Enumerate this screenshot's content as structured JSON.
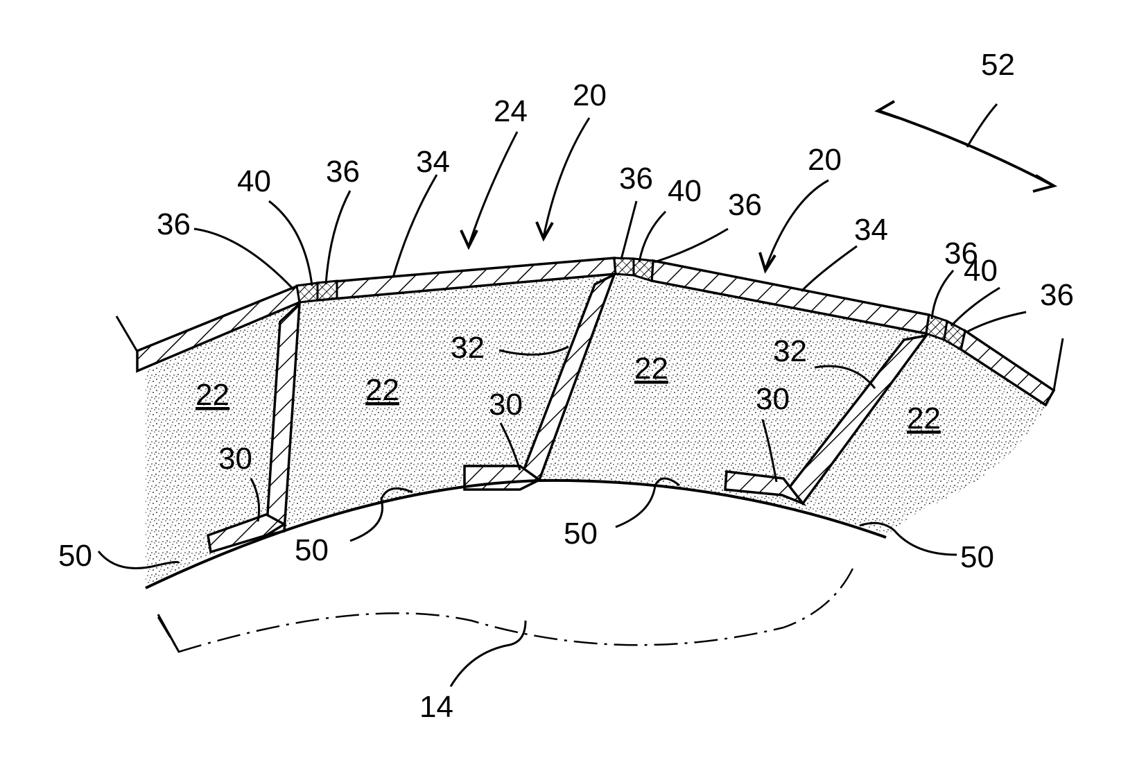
{
  "figure": {
    "labels": {
      "l52": "52",
      "l24": "24",
      "l20a": "20",
      "l20b": "20",
      "l40a": "40",
      "l40b": "40",
      "l40c": "40",
      "l36a": "36",
      "l36b": "36",
      "l36c": "36",
      "l36d": "36",
      "l36e": "36",
      "l36f": "36",
      "l34a": "34",
      "l34b": "34",
      "l32a": "32",
      "l32b": "32",
      "l30a": "30",
      "l30b": "30",
      "l30c": "30",
      "l22a": "22",
      "l22b": "22",
      "l22c": "22",
      "l22d": "22",
      "l50a": "50",
      "l50b": "50",
      "l50c": "50",
      "l50d": "50",
      "l14": "14"
    },
    "colors": {
      "line": "#000000",
      "background": "#ffffff",
      "stipple": "#000000"
    }
  }
}
